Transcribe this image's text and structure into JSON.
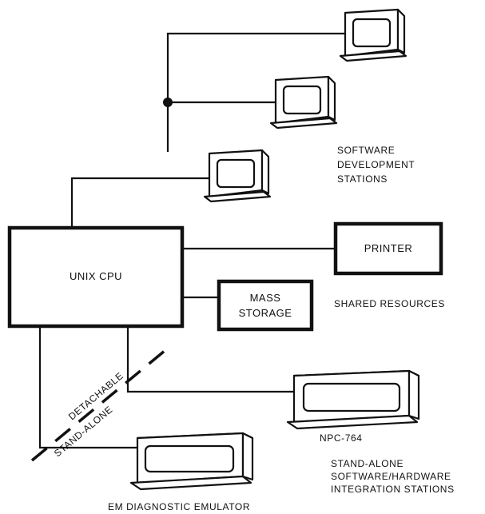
{
  "nodes": {
    "cpu": "UNIX CPU",
    "printer": "PRINTER",
    "mass_storage": [
      "MASS",
      "STORAGE"
    ],
    "npc": "NPC-764",
    "emulator": "EM DIAGNOSTIC EMULATOR"
  },
  "groups": {
    "software_dev": [
      "SOFTWARE",
      "DEVELOPMENT",
      "STATIONS"
    ],
    "shared": "SHARED RESOURCES",
    "stand_alone_integration": [
      "STAND-ALONE",
      "SOFTWARE/HARDWARE",
      "INTEGRATION STATIONS"
    ]
  },
  "divider": {
    "upper": "DETACHABLE",
    "lower": "STAND-ALONE"
  }
}
